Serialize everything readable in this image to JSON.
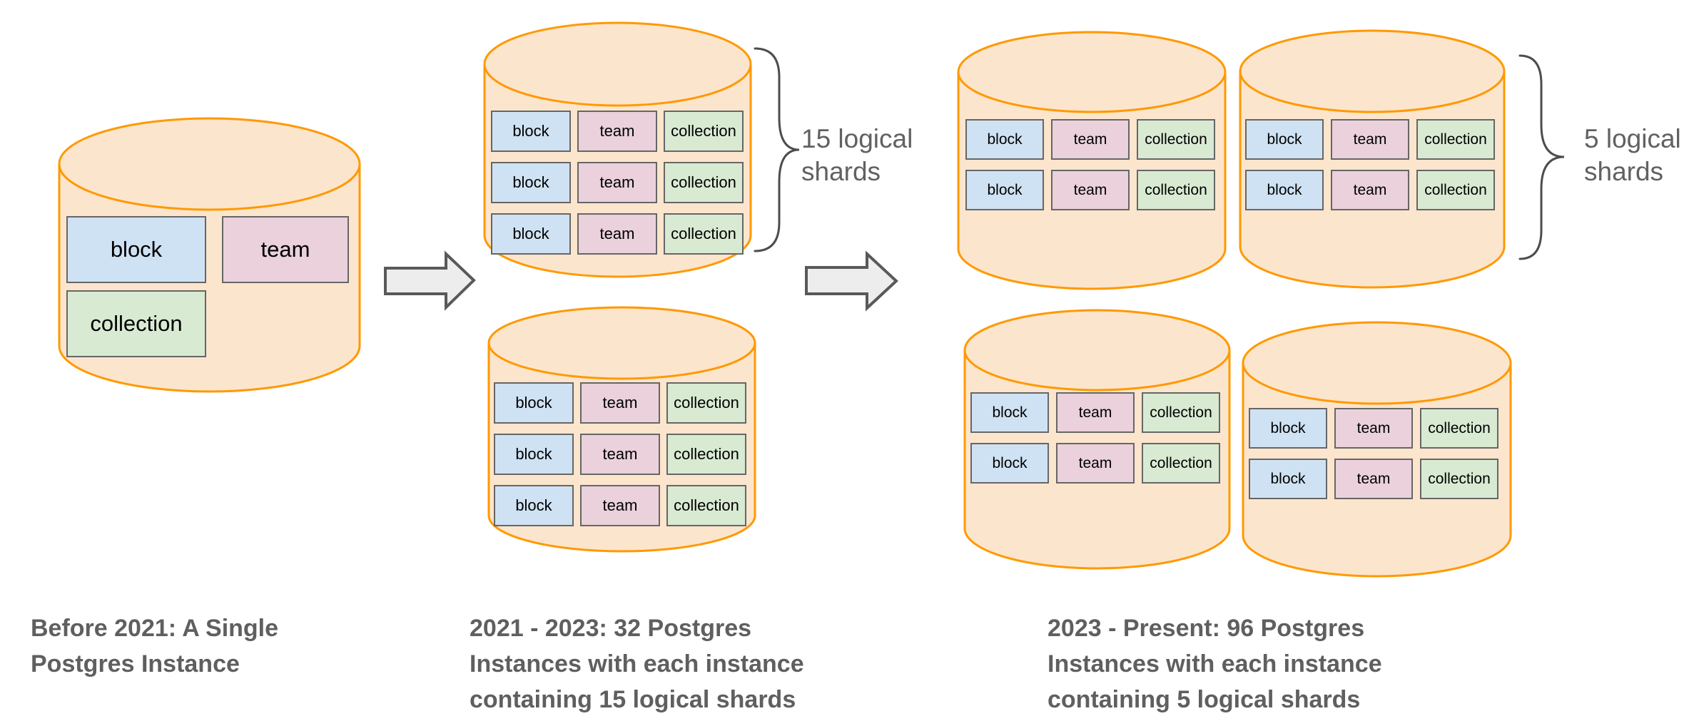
{
  "colors": {
    "background": "#FFFFFF",
    "cylinder-fill": "#FCE5CD",
    "cylinder-stroke": "#FF9900",
    "table-block-fill": "#CFE2F3",
    "table-team-fill": "#EAD1DC",
    "table-collection-fill": "#D9EAD3",
    "table-stroke": "#666666",
    "arrow-fill": "#EDEDED",
    "arrow-stroke": "#595959",
    "brace-stroke": "#4D4D4D",
    "label-text": "#616161",
    "caption-text": "#5F5F5F",
    "box-text": "#000000"
  },
  "stages": [
    {
      "id": "before-2021",
      "caption_lines": [
        "Before 2021: A Single",
        "Postgres Instance"
      ],
      "cylinders": [
        {
          "rows": [
            [
              "block",
              "team"
            ],
            [
              "collection"
            ]
          ]
        }
      ]
    },
    {
      "id": "2021-2023",
      "caption_lines": [
        "2021 - 2023: 32 Postgres",
        "Instances with each instance",
        "containing 15 logical shards"
      ],
      "shard_label_lines": [
        "15 logical",
        "shards"
      ],
      "cylinders": [
        {
          "rows": [
            [
              "block",
              "team",
              "collection"
            ],
            [
              "block",
              "team",
              "collection"
            ],
            [
              "block",
              "team",
              "collection"
            ]
          ]
        },
        {
          "rows": [
            [
              "block",
              "team",
              "collection"
            ],
            [
              "block",
              "team",
              "collection"
            ],
            [
              "block",
              "team",
              "collection"
            ]
          ]
        }
      ]
    },
    {
      "id": "2023-present",
      "caption_lines": [
        "2023 - Present: 96 Postgres",
        "Instances with each instance",
        "containing 5 logical shards"
      ],
      "shard_label_lines": [
        "5 logical",
        "shards"
      ],
      "cylinders": [
        {
          "rows": [
            [
              "block",
              "team",
              "collection"
            ],
            [
              "block",
              "team",
              "collection"
            ]
          ]
        },
        {
          "rows": [
            [
              "block",
              "team",
              "collection"
            ],
            [
              "block",
              "team",
              "collection"
            ]
          ]
        },
        {
          "rows": [
            [
              "block",
              "team",
              "collection"
            ],
            [
              "block",
              "team",
              "collection"
            ]
          ]
        },
        {
          "rows": [
            [
              "block",
              "team",
              "collection"
            ],
            [
              "block",
              "team",
              "collection"
            ]
          ]
        }
      ]
    }
  ]
}
